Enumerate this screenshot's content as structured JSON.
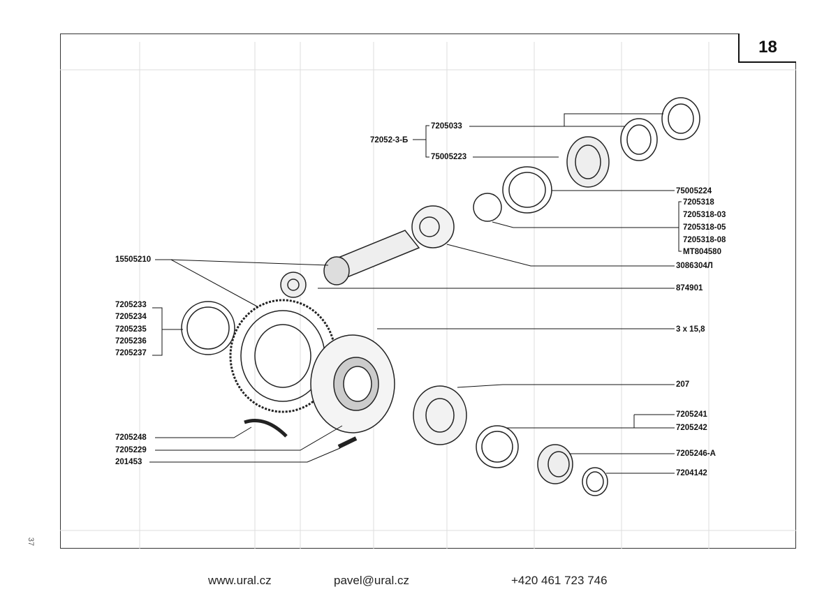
{
  "page_number": "18",
  "side_page_number": "37",
  "labels": {
    "l7205033": "7205033",
    "l72052": "72052-3-Б",
    "l75005223": "75005223",
    "l75005224": "75005224",
    "l7205318": "7205318",
    "l7205318_03": "7205318-03",
    "l7205318_05": "7205318-05",
    "l7205318_08": "7205318-08",
    "lMT804580": "MT804580",
    "l3086304": "3086304Л",
    "l874901": "874901",
    "l15505210": "15505210",
    "l7205233": "7205233",
    "l7205234": "7205234",
    "l7205235": "7205235",
    "l7205236": "7205236",
    "l7205237": "7205237",
    "l3x158": "3 x 15,8",
    "l207": "207",
    "l7205241": "7205241",
    "l7205242": "7205242",
    "l7205246": "7205246-A",
    "l7204142": "7204142",
    "l7205248": "7205248",
    "l7205229": "7205229",
    "l201453": "201453"
  },
  "footer": {
    "website": "www.ural.cz",
    "email": "pavel@ural.cz",
    "phone": "+420 461 723 746"
  }
}
